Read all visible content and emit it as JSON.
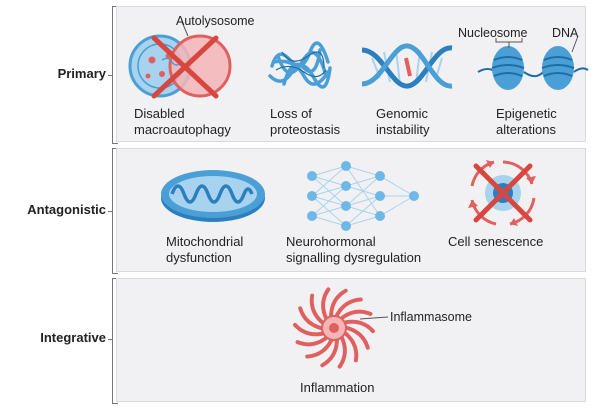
{
  "rows": [
    {
      "label": "Primary"
    },
    {
      "label": "Antagonistic"
    },
    {
      "label": "Integrative"
    }
  ],
  "primary": {
    "autolysosome_label": "Autolysosome",
    "nucleosome_label": "Nucleosome",
    "dna_label": "DNA",
    "items": [
      {
        "line1": "Disabled",
        "line2": "macroautophagy"
      },
      {
        "line1": "Loss of",
        "line2": "proteostasis"
      },
      {
        "line1": "Genomic",
        "line2": "instability"
      },
      {
        "line1": "Epigenetic",
        "line2": "alterations"
      }
    ]
  },
  "antagonistic": {
    "items": [
      {
        "line1": "Mitochondrial",
        "line2": "dysfunction"
      },
      {
        "line1": "Neurohormonal",
        "line2": "signalling dysregulation"
      },
      {
        "line1": "Cell senescence",
        "line2": ""
      }
    ]
  },
  "integrative": {
    "inflammasome_label": "Inflammasome",
    "caption": "Inflammation"
  },
  "colors": {
    "blue": "#4a9fd6",
    "light_blue": "#a8d3ef",
    "red": "#e0605f",
    "panel": "#f1f1f3"
  }
}
